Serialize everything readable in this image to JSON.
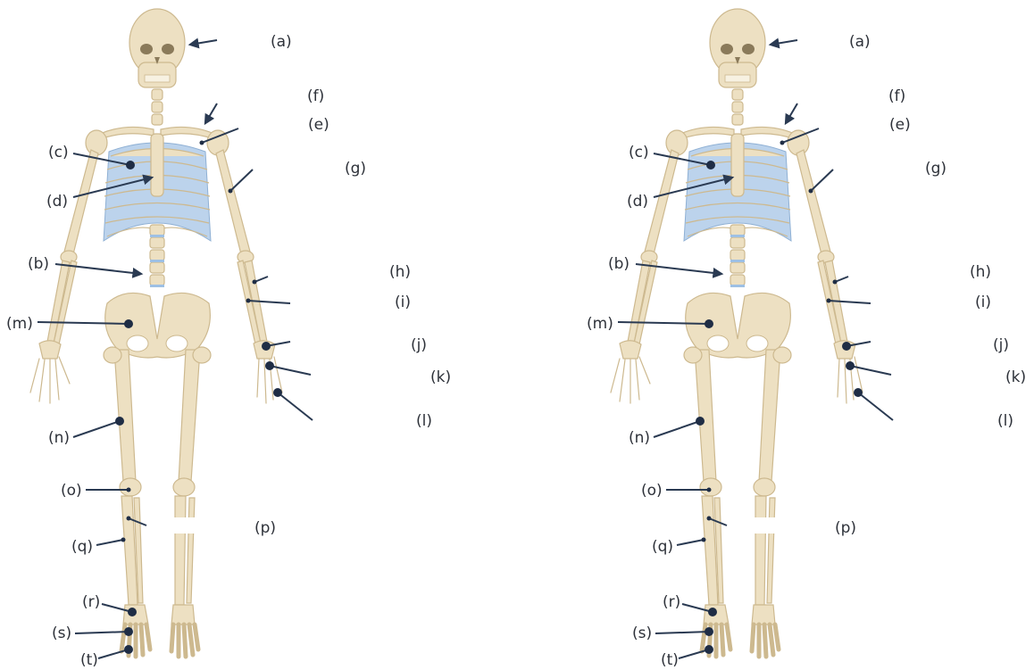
{
  "diagram": {
    "label_pairs": 2,
    "labels": [
      "(a)",
      "(b)",
      "(c)",
      "(d)",
      "(e)",
      "(f)",
      "(g)",
      "(h)",
      "(i)",
      "(j)",
      "(k)",
      "(l)",
      "(m)",
      "(n)",
      "(o)",
      "(p)",
      "(q)",
      "(r)",
      "(s)",
      "(t)"
    ],
    "colors": {
      "bone": "#ede0c2",
      "bone_outline": "#cdb98f",
      "cartilage": "#bcd3ec",
      "leader": "#2a3a52",
      "text": "#2d3139"
    }
  }
}
